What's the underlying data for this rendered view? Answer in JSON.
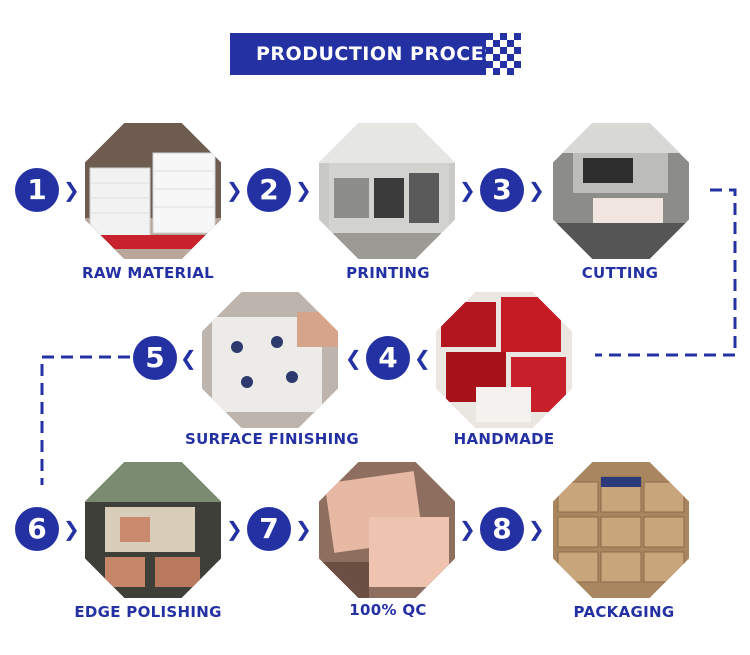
{
  "title": "PRODUCTION PROCESS",
  "colors": {
    "primary": "#2431a3"
  },
  "steps": [
    {
      "num": "1",
      "label": "RAW MATERIAL"
    },
    {
      "num": "2",
      "label": "PRINTING"
    },
    {
      "num": "3",
      "label": "CUTTING"
    },
    {
      "num": "4",
      "label": "HANDMADE"
    },
    {
      "num": "5",
      "label": "SURFACE FINISHING"
    },
    {
      "num": "6",
      "label": "EDGE POLISHING"
    },
    {
      "num": "7",
      "label": "100% QC"
    },
    {
      "num": "8",
      "label": "PACKAGING"
    }
  ]
}
